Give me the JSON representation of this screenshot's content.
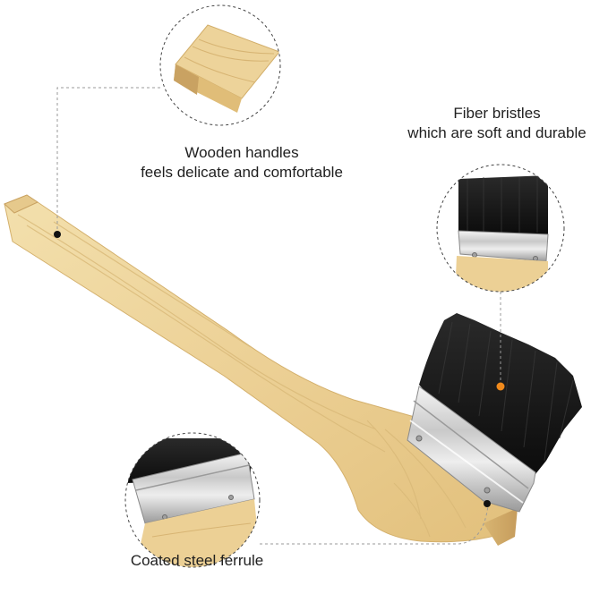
{
  "captions": {
    "wooden_handle": {
      "line1": "Wooden handles",
      "line2": "feels delicate and comfortable"
    },
    "fiber_bristles": {
      "line1": "Fiber bristles",
      "line2": "which are soft and durable"
    },
    "ferrule": {
      "line1": "Coated steel ferrule"
    }
  },
  "colors": {
    "wood_light": "#f1dca6",
    "wood_mid": "#e3c47f",
    "wood_dark": "#c9a262",
    "bristle": "#141414",
    "steel_light": "#e9e9e9",
    "steel_mid": "#b9b9b9",
    "steel_dark": "#7d7d7d",
    "callout_line": "#9a9a9a",
    "callout_dot_dark": "#111111",
    "callout_dot_orange": "#f08a1c"
  }
}
